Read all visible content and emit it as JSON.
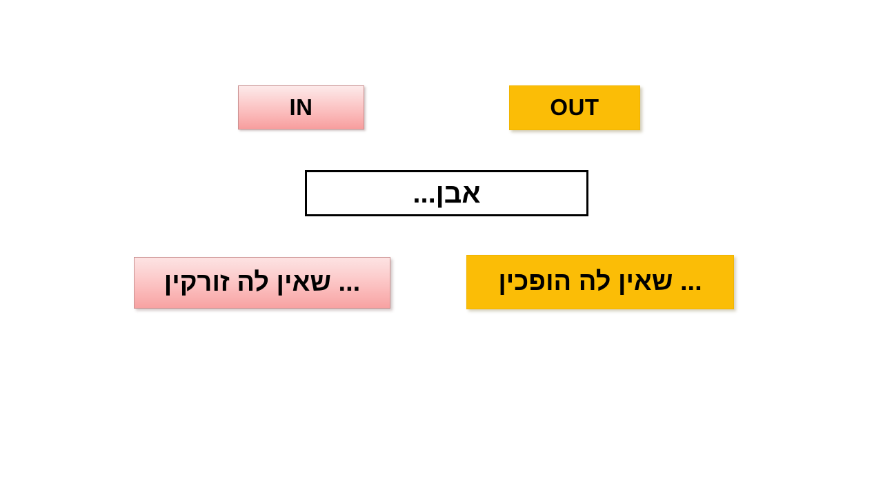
{
  "slide": {
    "language": "he",
    "background_color": "#FFFFFF",
    "colors": {
      "pink_gradient_top": "#FDEAEA",
      "pink_gradient_bottom": "#F79E9E",
      "pink_border": "#C98F8F",
      "yellow_fill": "#FBBD06",
      "yellow_border": "#F0B400",
      "term_box_border": "#000000",
      "term_box_fill": "#FFFFFF",
      "text_color": "#000000"
    }
  },
  "headers": {
    "in_label": "IN",
    "out_label": "OUT"
  },
  "term": {
    "text": "אבן..."
  },
  "categories": {
    "in_category": "... שאין לה זורקין",
    "out_category": "... שאין לה הופכין"
  }
}
